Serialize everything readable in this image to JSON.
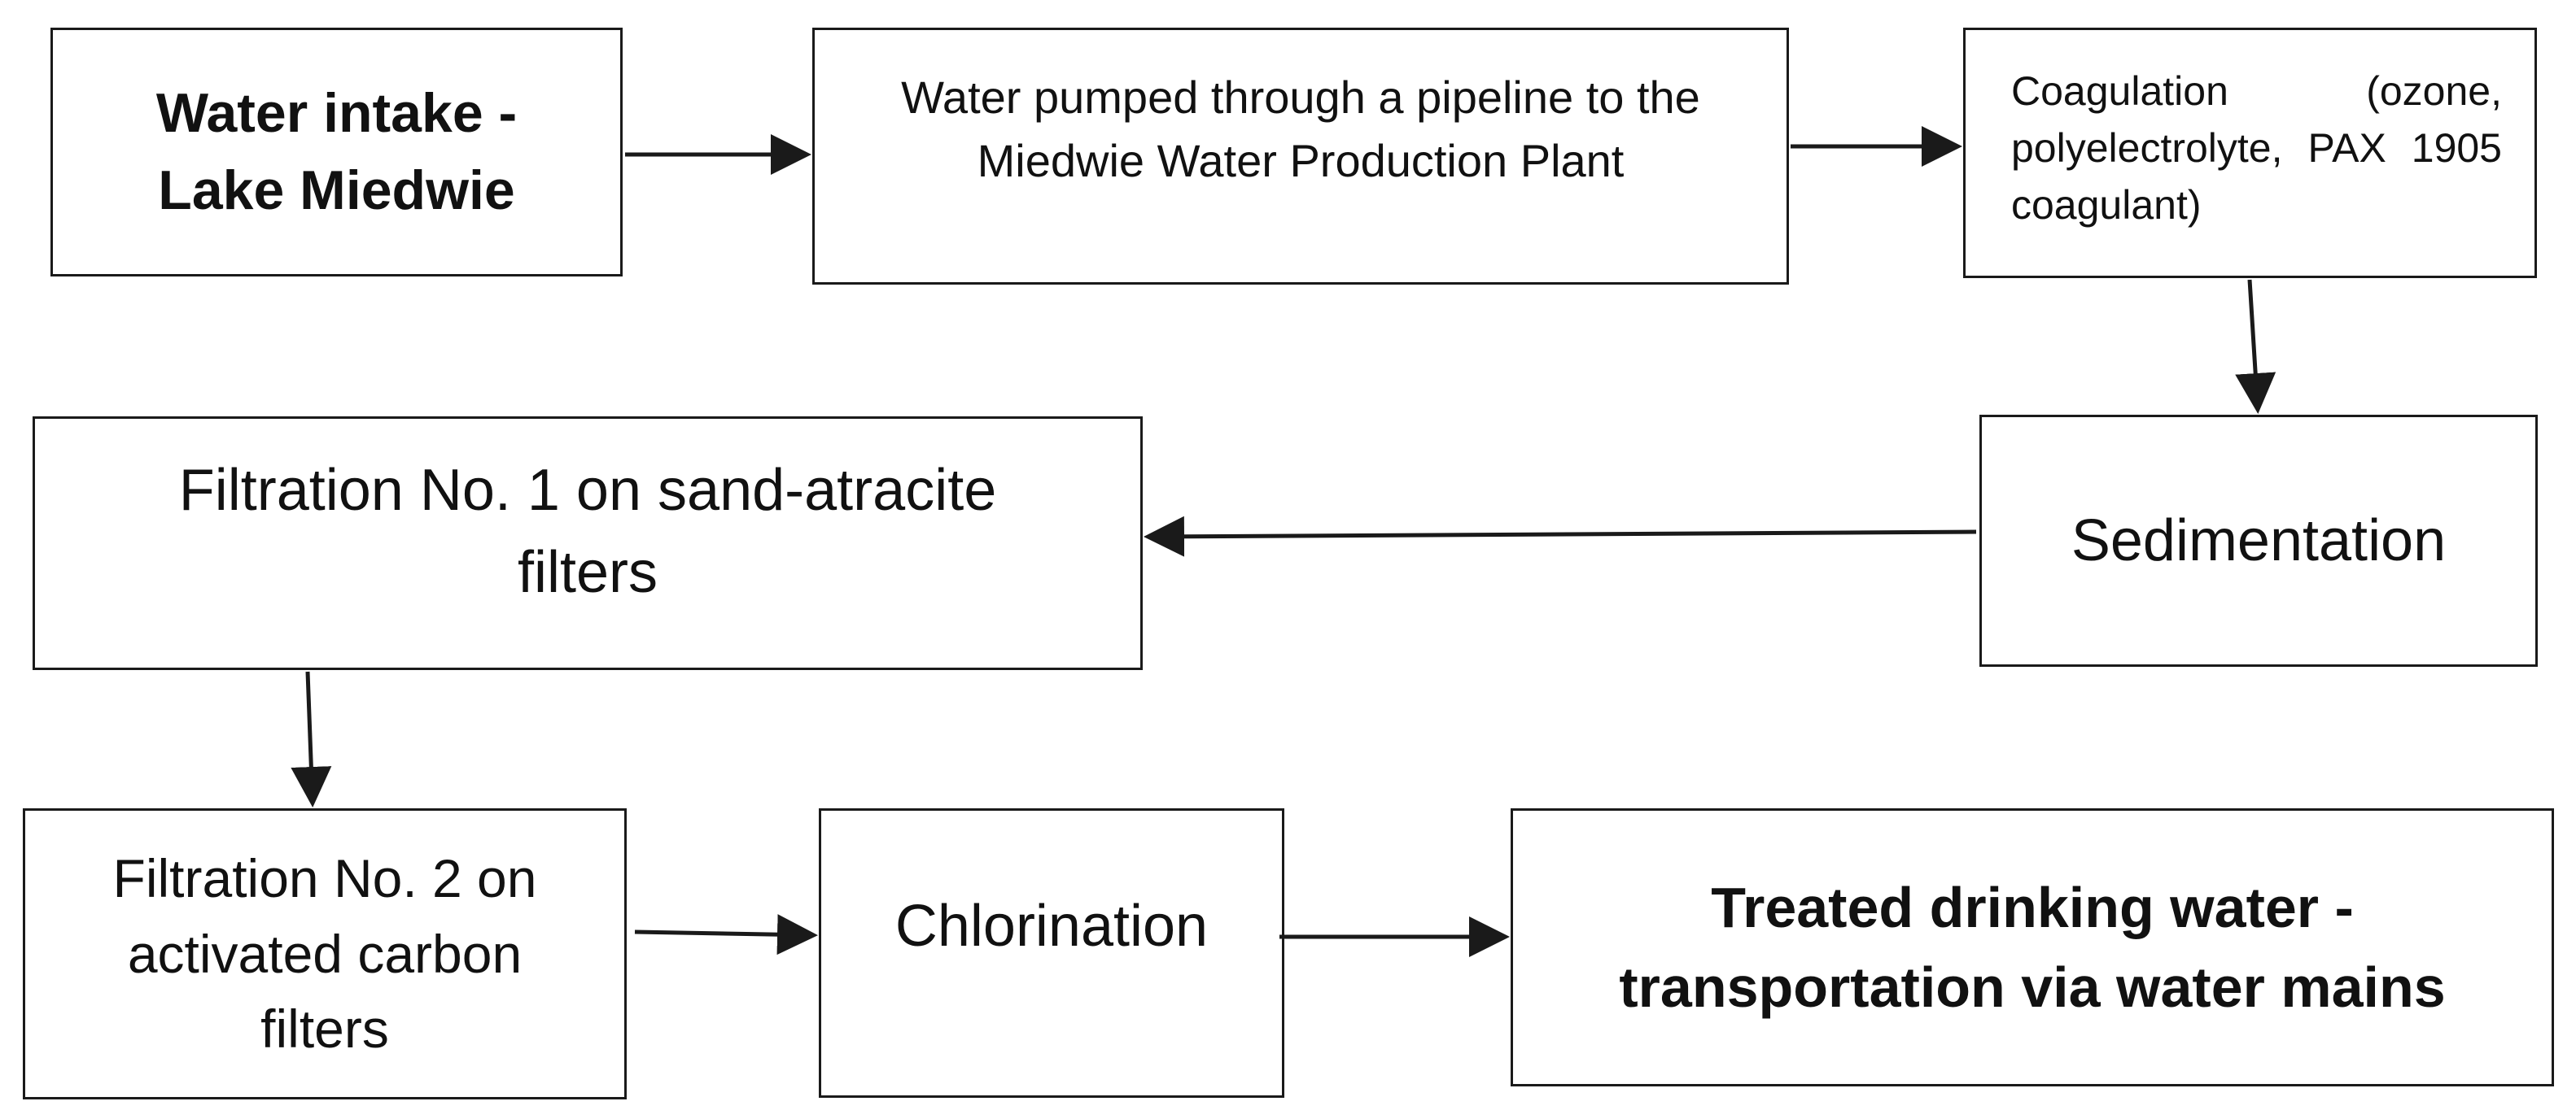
{
  "steps": {
    "intake": "Water intake - Lake Miedwie",
    "pumped": "Water pumped through a pipeline to the Miedwie Water Production Plant",
    "coagulation": "Coagulation (ozone, polyelectrolyte, PAX 1905 coagulant)",
    "sedimentation": "Sedimentation",
    "filtration1": "Filtration No. 1 on sand-atracite filters",
    "filtration2": "Filtration No. 2 on activated carbon filters",
    "chlorination": "Chlorination",
    "treated": "Treated drinking water - transportation via water mains"
  },
  "colors": {
    "stroke": "#1a1a1a",
    "text": "#111111",
    "background": "#ffffff"
  }
}
